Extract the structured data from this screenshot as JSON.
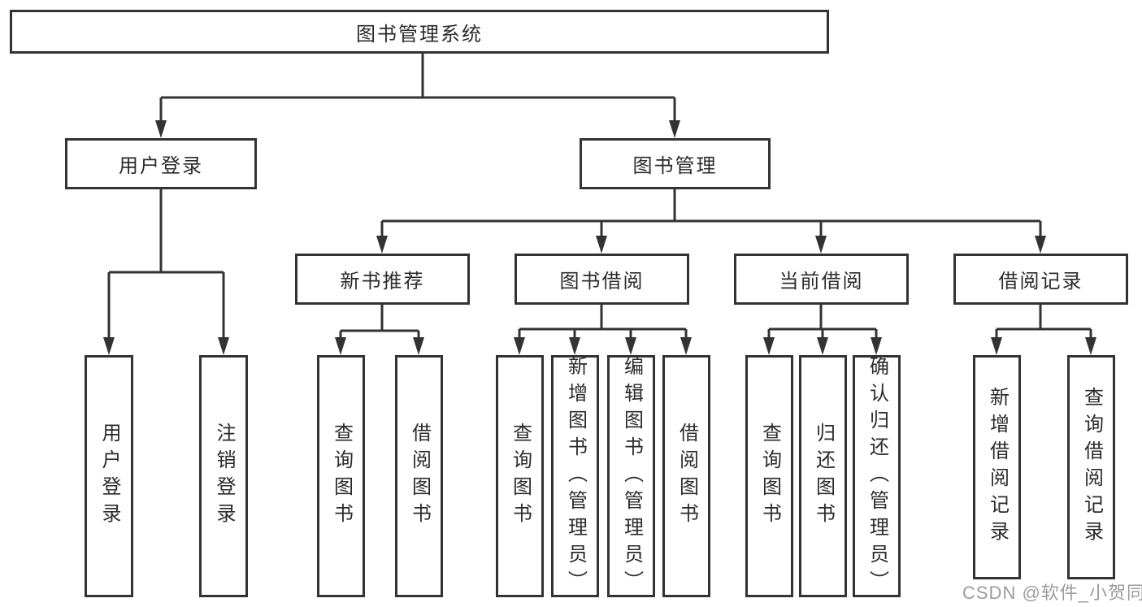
{
  "diagram": {
    "root": {
      "label": "图书管理系统"
    },
    "branches": [
      {
        "label": "用户登录",
        "children": [
          "用户登录",
          "注销登录"
        ]
      },
      {
        "label": "图书管理",
        "children": [
          {
            "label": "新书推荐",
            "children": [
              "查询图书",
              "借阅图书"
            ]
          },
          {
            "label": "图书借阅",
            "children": [
              "查询图书",
              "新增图书（管理员）",
              "编辑图书（管理员）",
              "借阅图书"
            ]
          },
          {
            "label": "当前借阅",
            "children": [
              "查询图书",
              "归还图书",
              "确认归还（管理员）"
            ]
          },
          {
            "label": "借阅记录",
            "children": [
              "新增借阅记录",
              "查询借阅记录"
            ]
          }
        ]
      }
    ]
  },
  "watermark": {
    "text": "CSDN @软件_小贺同学"
  },
  "colors": {
    "line": "#333333",
    "text": "#2b2b2b",
    "watermark": "#9c9c9c",
    "background": "#ffffff"
  }
}
